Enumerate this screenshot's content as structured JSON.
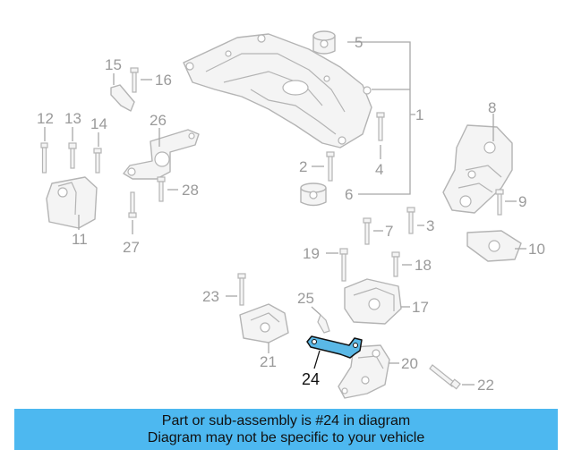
{
  "callouts": {
    "c1": "1",
    "c2": "2",
    "c3": "3",
    "c4": "4",
    "c5": "5",
    "c6": "6",
    "c7": "7",
    "c8": "8",
    "c9": "9",
    "c10": "10",
    "c11": "11",
    "c12": "12",
    "c13": "13",
    "c14": "14",
    "c15": "15",
    "c16": "16",
    "c17": "17",
    "c18": "18",
    "c19": "19",
    "c20": "20",
    "c21": "21",
    "c22": "22",
    "c23": "23",
    "c24": "24",
    "c25": "25",
    "c26": "26",
    "c27": "27",
    "c28": "28"
  },
  "highlight": {
    "part_number": "24",
    "color": "#5ab8e6"
  },
  "banner": {
    "line1": "Part or sub-assembly is #24 in diagram",
    "line2": "Diagram may not be specific to your vehicle",
    "color": "#4db8f0"
  }
}
